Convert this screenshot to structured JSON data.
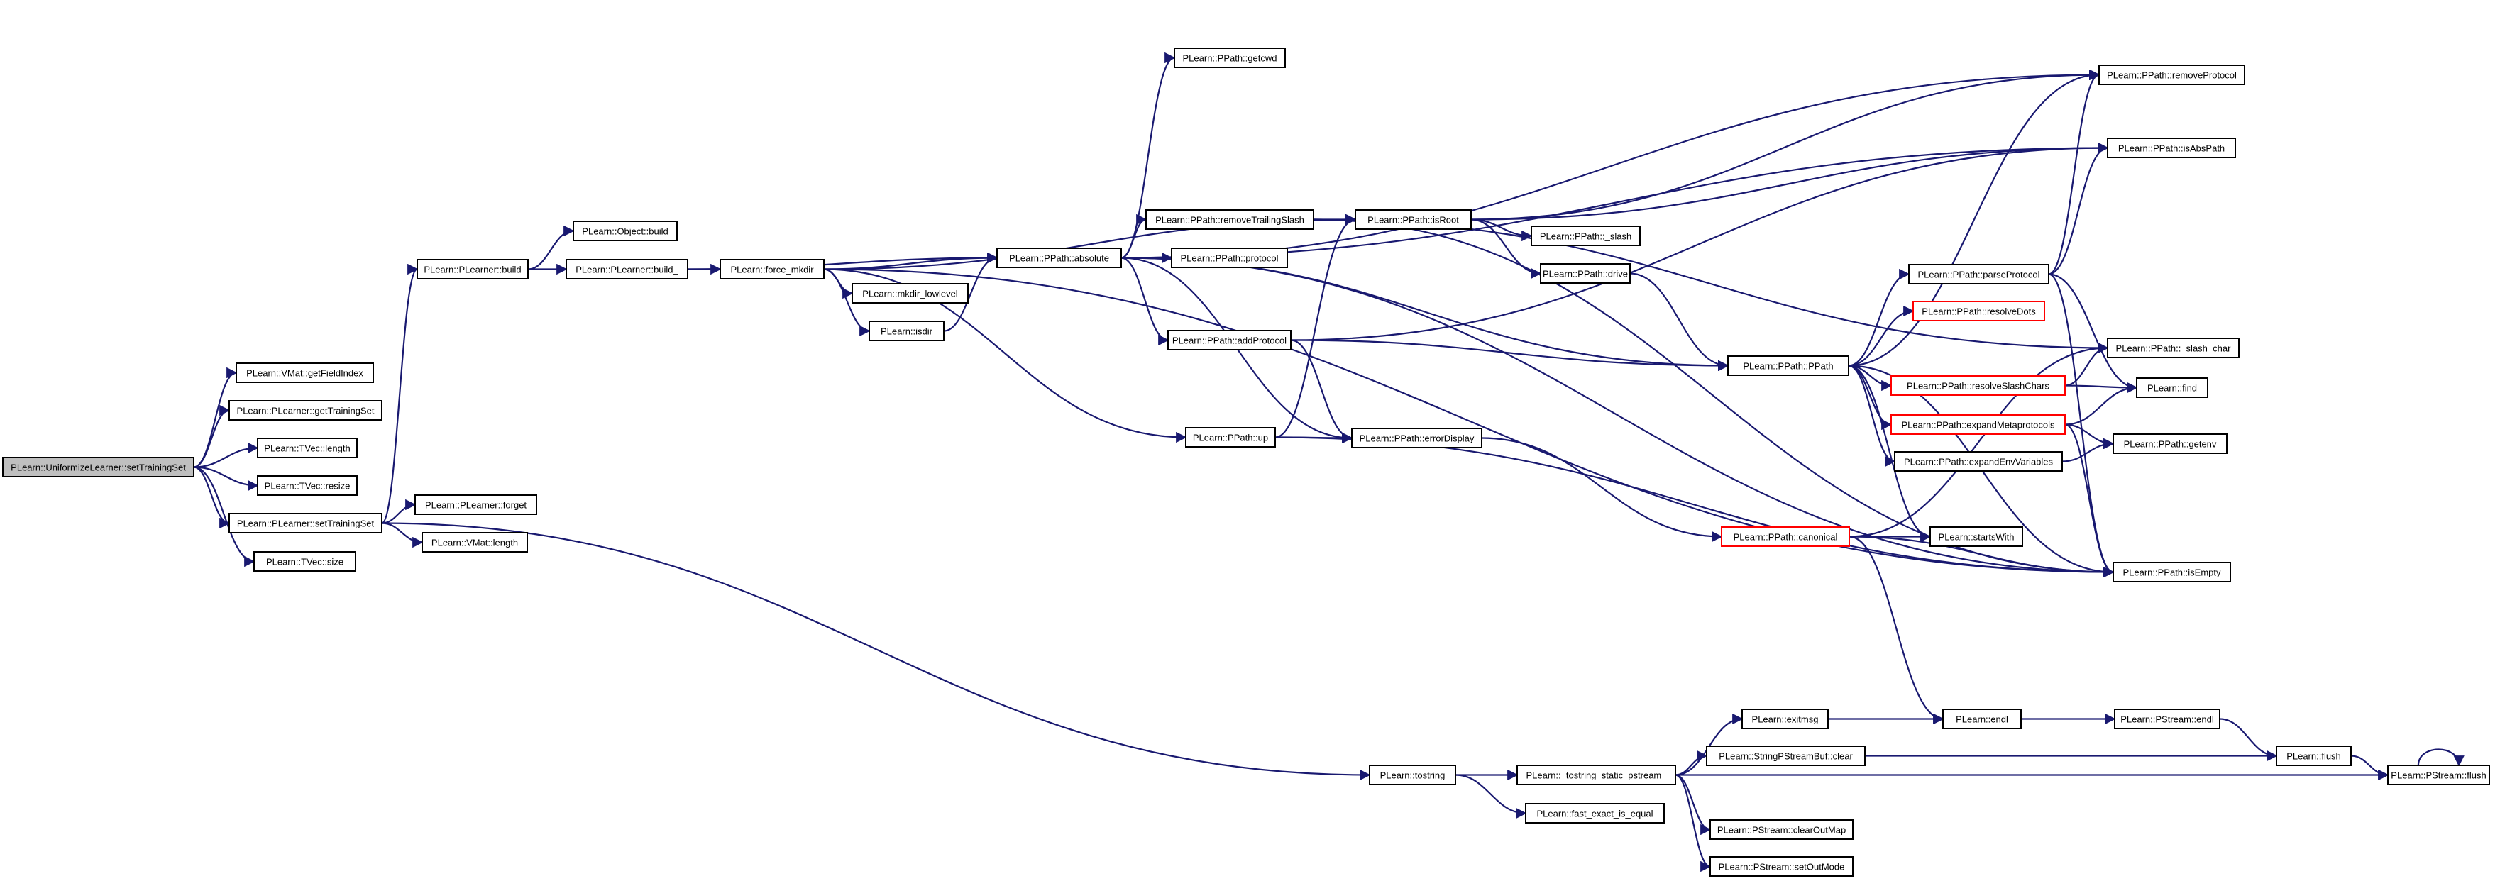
{
  "graph": {
    "edge_color": "#191970",
    "root_fill": "#bfbfbf",
    "truncated_border": "#ff0000",
    "nodes": [
      {
        "id": "root",
        "label": "PLearn::UniformizeLearner::setTrainingSet",
        "root": true
      },
      {
        "id": "getFieldIndex",
        "label": "PLearn::VMat::getFieldIndex"
      },
      {
        "id": "getTrainingSet",
        "label": "PLearn::PLearner::getTrainingSet"
      },
      {
        "id": "tveclength",
        "label": "PLearn::TVec::length"
      },
      {
        "id": "resize",
        "label": "PLearn::TVec::resize"
      },
      {
        "id": "plearnerSetTS",
        "label": "PLearn::PLearner::setTrainingSet"
      },
      {
        "id": "tvecsize",
        "label": "PLearn::TVec::size"
      },
      {
        "id": "plbuild",
        "label": "PLearn::PLearner::build"
      },
      {
        "id": "objbuild",
        "label": "PLearn::Object::build"
      },
      {
        "id": "plbuild_",
        "label": "PLearn::PLearner::build_"
      },
      {
        "id": "force_mkdir",
        "label": "PLearn::force_mkdir"
      },
      {
        "id": "mkdir_low",
        "label": "PLearn::mkdir_lowlevel"
      },
      {
        "id": "isdir",
        "label": "PLearn::isdir"
      },
      {
        "id": "forget",
        "label": "PLearn::PLearner::forget"
      },
      {
        "id": "vmatlength",
        "label": "PLearn::VMat::length"
      },
      {
        "id": "getcwd",
        "label": "PLearn::PPath::getcwd"
      },
      {
        "id": "absolute",
        "label": "PLearn::PPath::absolute"
      },
      {
        "id": "removeTrailingSlash",
        "label": "PLearn::PPath::removeTrailingSlash"
      },
      {
        "id": "protocol",
        "label": "PLearn::PPath::protocol"
      },
      {
        "id": "addProtocol",
        "label": "PLearn::PPath::addProtocol"
      },
      {
        "id": "up",
        "label": "PLearn::PPath::up"
      },
      {
        "id": "isRoot",
        "label": "PLearn::PPath::isRoot"
      },
      {
        "id": "_slash",
        "label": "PLearn::PPath::_slash"
      },
      {
        "id": "drive",
        "label": "PLearn::PPath::drive"
      },
      {
        "id": "errorDisplay",
        "label": "PLearn::PPath::errorDisplay"
      },
      {
        "id": "PPath",
        "label": "PLearn::PPath::PPath"
      },
      {
        "id": "canonical",
        "label": "PLearn::PPath::canonical",
        "truncated": true
      },
      {
        "id": "parseProtocol",
        "label": "PLearn::PPath::parseProtocol"
      },
      {
        "id": "resolveDots",
        "label": "PLearn::PPath::resolveDots",
        "truncated": true
      },
      {
        "id": "resolveSlashChars",
        "label": "PLearn::PPath::resolveSlashChars",
        "truncated": true
      },
      {
        "id": "expandMetaprotocols",
        "label": "PLearn::PPath::expandMetaprotocols",
        "truncated": true
      },
      {
        "id": "expandEnvVariables",
        "label": "PLearn::PPath::expandEnvVariables"
      },
      {
        "id": "startsWith",
        "label": "PLearn::startsWith"
      },
      {
        "id": "removeProtocol",
        "label": "PLearn::PPath::removeProtocol"
      },
      {
        "id": "isAbsPath",
        "label": "PLearn::PPath::isAbsPath"
      },
      {
        "id": "_slash_char",
        "label": "PLearn::PPath::_slash_char"
      },
      {
        "id": "find",
        "label": "PLearn::find"
      },
      {
        "id": "getenv",
        "label": "PLearn::PPath::getenv"
      },
      {
        "id": "isEmpty",
        "label": "PLearn::PPath::isEmpty"
      },
      {
        "id": "tostring",
        "label": "PLearn::tostring"
      },
      {
        "id": "tostring_static",
        "label": "PLearn::_tostring_static_pstream_"
      },
      {
        "id": "fast_exact",
        "label": "PLearn::fast_exact_is_equal"
      },
      {
        "id": "exitmsg",
        "label": "PLearn::exitmsg"
      },
      {
        "id": "spsbClear",
        "label": "PLearn::StringPStreamBuf::clear"
      },
      {
        "id": "clearOutMap",
        "label": "PLearn::PStream::clearOutMap"
      },
      {
        "id": "setOutMode",
        "label": "PLearn::PStream::setOutMode"
      },
      {
        "id": "endl",
        "label": "PLearn::endl"
      },
      {
        "id": "psEndl",
        "label": "PLearn::PStream::endl"
      },
      {
        "id": "flush",
        "label": "PLearn::flush"
      },
      {
        "id": "psFlush",
        "label": "PLearn::PStream::flush"
      }
    ],
    "edges": [
      [
        "root",
        "getFieldIndex"
      ],
      [
        "root",
        "getTrainingSet"
      ],
      [
        "root",
        "tveclength"
      ],
      [
        "root",
        "resize"
      ],
      [
        "root",
        "plearnerSetTS"
      ],
      [
        "root",
        "tvecsize"
      ],
      [
        "plearnerSetTS",
        "plbuild"
      ],
      [
        "plearnerSetTS",
        "forget"
      ],
      [
        "plearnerSetTS",
        "vmatlength"
      ],
      [
        "plearnerSetTS",
        "tostring"
      ],
      [
        "plbuild",
        "objbuild"
      ],
      [
        "plbuild",
        "plbuild_"
      ],
      [
        "plbuild_",
        "force_mkdir"
      ],
      [
        "plbuild_",
        "absolute"
      ],
      [
        "force_mkdir",
        "mkdir_low"
      ],
      [
        "force_mkdir",
        "isdir"
      ],
      [
        "force_mkdir",
        "absolute"
      ],
      [
        "force_mkdir",
        "isRoot"
      ],
      [
        "force_mkdir",
        "up"
      ],
      [
        "force_mkdir",
        "isEmpty"
      ],
      [
        "isdir",
        "absolute"
      ],
      [
        "absolute",
        "getcwd"
      ],
      [
        "absolute",
        "removeTrailingSlash"
      ],
      [
        "absolute",
        "protocol"
      ],
      [
        "absolute",
        "addProtocol"
      ],
      [
        "absolute",
        "removeProtocol"
      ],
      [
        "absolute",
        "isAbsPath"
      ],
      [
        "absolute",
        "PPath"
      ],
      [
        "absolute",
        "errorDisplay"
      ],
      [
        "absolute",
        "isEmpty"
      ],
      [
        "removeTrailingSlash",
        "isRoot"
      ],
      [
        "removeTrailingSlash",
        "_slash_char"
      ],
      [
        "removeTrailingSlash",
        "isEmpty"
      ],
      [
        "addProtocol",
        "isAbsPath"
      ],
      [
        "addProtocol",
        "PPath"
      ],
      [
        "addProtocol",
        "errorDisplay"
      ],
      [
        "up",
        "isRoot"
      ],
      [
        "up",
        "errorDisplay"
      ],
      [
        "up",
        "isEmpty"
      ],
      [
        "isRoot",
        "_slash"
      ],
      [
        "isRoot",
        "drive"
      ],
      [
        "isRoot",
        "removeProtocol"
      ],
      [
        "isRoot",
        "isAbsPath"
      ],
      [
        "drive",
        "PPath"
      ],
      [
        "errorDisplay",
        "canonical"
      ],
      [
        "PPath",
        "removeProtocol"
      ],
      [
        "PPath",
        "parseProtocol"
      ],
      [
        "PPath",
        "resolveDots"
      ],
      [
        "PPath",
        "resolveSlashChars"
      ],
      [
        "PPath",
        "expandMetaprotocols"
      ],
      [
        "PPath",
        "expandEnvVariables"
      ],
      [
        "PPath",
        "startsWith"
      ],
      [
        "PPath",
        "isEmpty"
      ],
      [
        "parseProtocol",
        "removeProtocol"
      ],
      [
        "parseProtocol",
        "isAbsPath"
      ],
      [
        "parseProtocol",
        "find"
      ],
      [
        "parseProtocol",
        "isEmpty"
      ],
      [
        "resolveSlashChars",
        "_slash_char"
      ],
      [
        "resolveSlashChars",
        "find"
      ],
      [
        "expandMetaprotocols",
        "find"
      ],
      [
        "expandMetaprotocols",
        "getenv"
      ],
      [
        "expandMetaprotocols",
        "isEmpty"
      ],
      [
        "expandEnvVariables",
        "getenv"
      ],
      [
        "canonical",
        "_slash_char"
      ],
      [
        "canonical",
        "startsWith"
      ],
      [
        "canonical",
        "isEmpty"
      ],
      [
        "canonical",
        "endl"
      ],
      [
        "tostring",
        "tostring_static"
      ],
      [
        "tostring",
        "fast_exact"
      ],
      [
        "tostring_static",
        "exitmsg"
      ],
      [
        "tostring_static",
        "spsbClear"
      ],
      [
        "tostring_static",
        "clearOutMap"
      ],
      [
        "tostring_static",
        "setOutMode"
      ],
      [
        "tostring_static",
        "psFlush"
      ],
      [
        "exitmsg",
        "endl"
      ],
      [
        "spsbClear",
        "flush"
      ],
      [
        "endl",
        "psEndl"
      ],
      [
        "psEndl",
        "flush"
      ],
      [
        "flush",
        "psFlush"
      ],
      [
        "psFlush",
        "psFlush"
      ]
    ]
  }
}
